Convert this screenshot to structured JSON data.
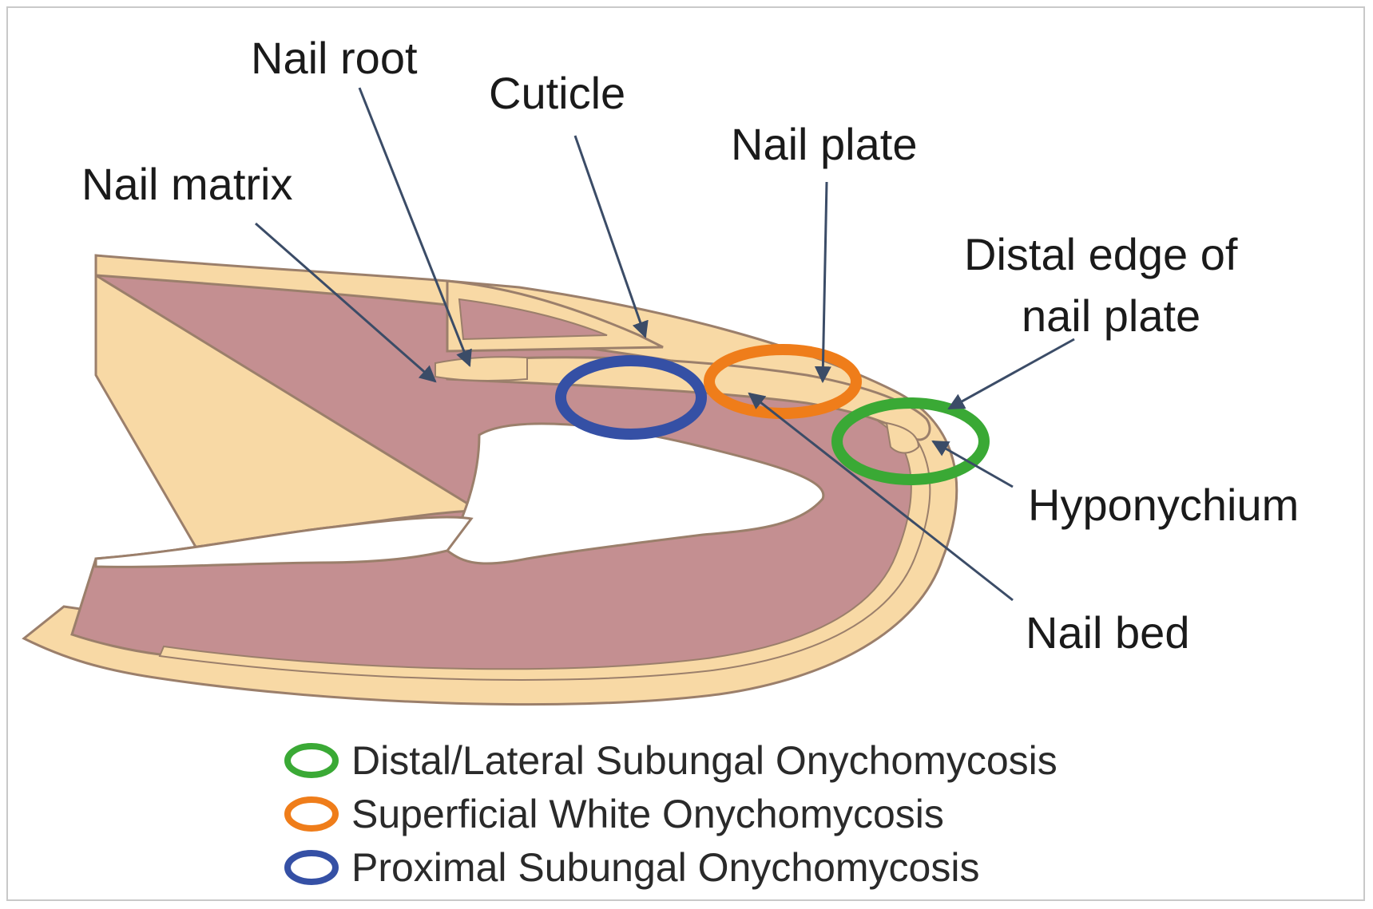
{
  "labels": {
    "nail_root": "Nail root",
    "cuticle": "Cuticle",
    "nail_plate": "Nail plate",
    "nail_matrix": "Nail matrix",
    "distal_edge_line1": "Distal edge of",
    "distal_edge_line2": "nail plate",
    "hyponychium": "Hyponychium",
    "nail_bed": "Nail bed"
  },
  "legend": [
    {
      "text": "Distal/Lateral Subungal Onychomycosis",
      "color": "#3aa935"
    },
    {
      "text": "Superficial White Onychomycosis",
      "color": "#ef7d1a"
    },
    {
      "text": "Proximal Subungal Onychomycosis",
      "color": "#3550a5"
    }
  ],
  "colors": {
    "tissue": "#c48f91",
    "nail": "#f8d9a5",
    "outline": "#9b7f6b",
    "arrow": "#3b4c67",
    "green_ring": "#3aa935",
    "orange_ring": "#ef7d1a",
    "blue_ring": "#3550a5"
  }
}
